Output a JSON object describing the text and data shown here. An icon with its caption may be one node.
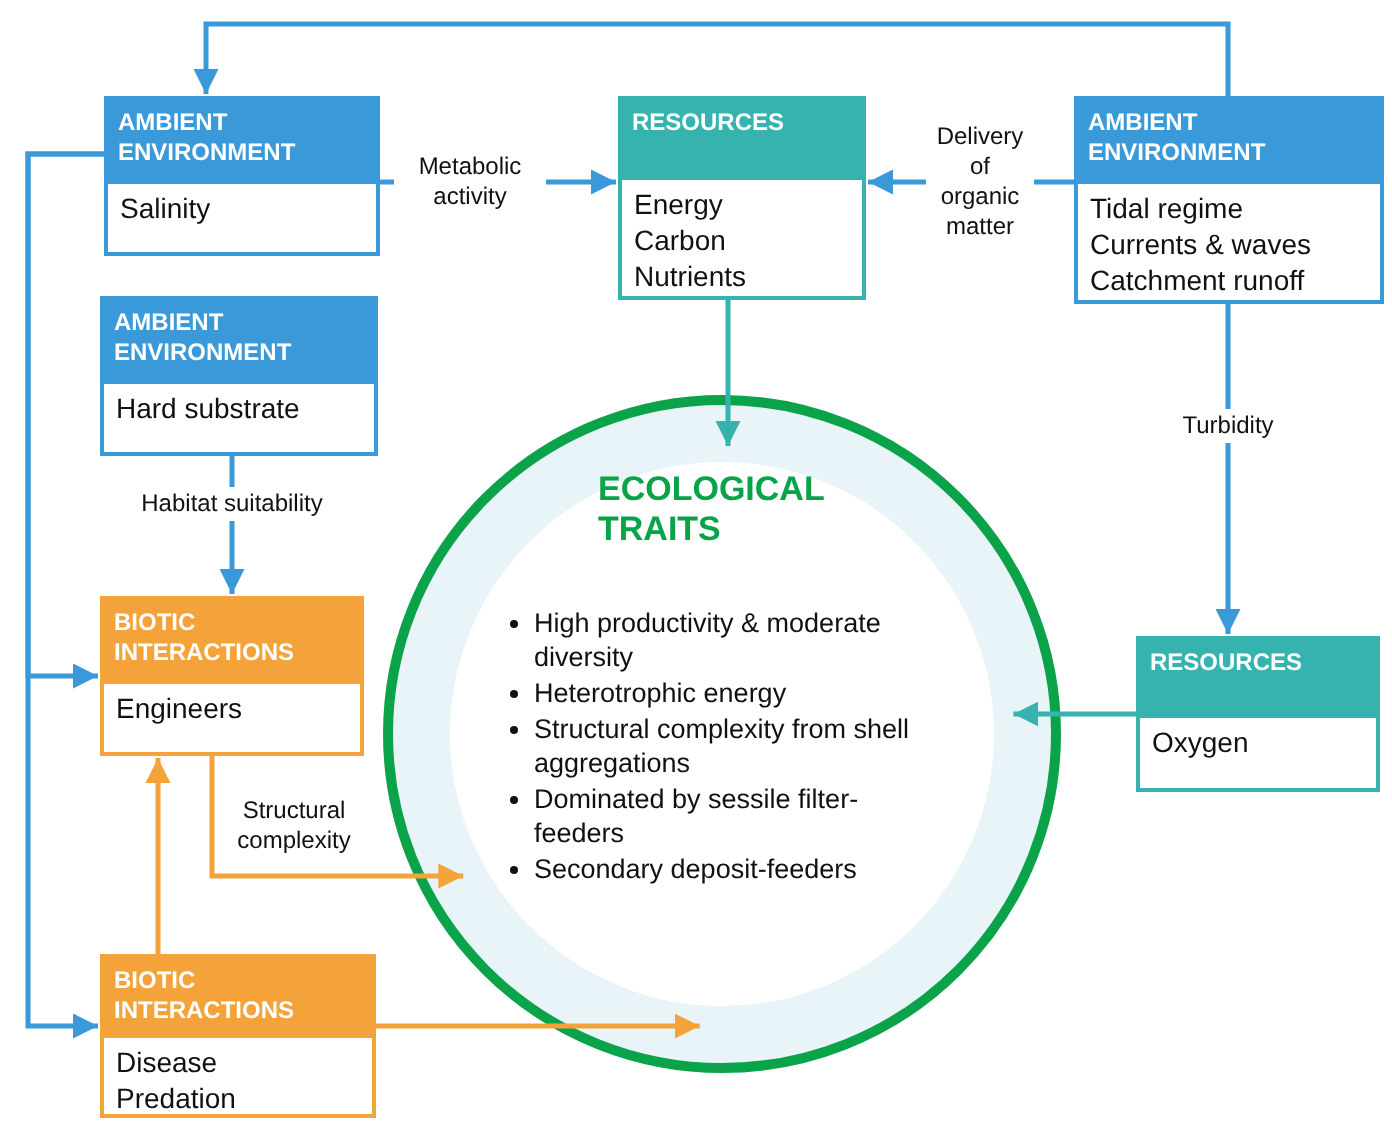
{
  "diagram": {
    "nodes": [
      {
        "text": [
          "AMBIENT ENVIRONMENT",
          "Salinity"
        ]
      },
      {
        "text": [
          "RESOURCES",
          "Energy",
          "Carbon",
          "Nutrients"
        ]
      },
      {
        "text": [
          "AMBIENT ENVIRONMENT",
          "Tidal regime",
          "Currents & waves",
          "Catchment runoff"
        ]
      },
      {
        "text": [
          "AMBIENT ENVIRONMENT",
          "Hard substrate"
        ]
      },
      {
        "text": [
          "BIOTIC INTERACTIONS",
          "Engineers"
        ]
      },
      {
        "text": [
          "ECOLOGICAL TRAITS",
          "High productivity & moderate diversity",
          "Heterotrophic energy",
          "Structural complexity from shell aggregations",
          "Dominated by sessile filter-feeders",
          "Secondary deposit-feeders"
        ]
      },
      {
        "text": [
          "RESOURCES",
          "Oxygen"
        ]
      },
      {
        "text": [
          "BIOTIC INTERACTIONS",
          "Disease",
          "Predation"
        ]
      }
    ],
    "edges": [
      {
        "from": 2,
        "to": 0,
        "arrow": "to"
      },
      {
        "from": 0,
        "to": 1,
        "arrow": "to",
        "label": "Metabolic activity"
      },
      {
        "from": 2,
        "to": 1,
        "arrow": "to",
        "label": "Delivery of organic matter"
      },
      {
        "from": 1,
        "to": 5,
        "arrow": "to",
        "color": "#36b3ae"
      },
      {
        "from": 2,
        "to": 6,
        "arrow": "to",
        "label": "Turbidity"
      },
      {
        "from": 6,
        "to": 5,
        "arrow": "to",
        "color": "#36b3ae"
      },
      {
        "from": 3,
        "to": 4,
        "arrow": "to",
        "label": "Habitat suitability"
      },
      {
        "from": 0,
        "to": 4,
        "arrow": "to"
      },
      {
        "from": 0,
        "to": 7,
        "arrow": "to"
      },
      {
        "from": 4,
        "to": 5,
        "arrow": "to",
        "label": "Structural complexity",
        "color": "#f4a33b"
      },
      {
        "from": 7,
        "to": 4,
        "arrow": "to",
        "color": "#f4a33b"
      },
      {
        "from": 7,
        "to": 5,
        "arrow": "to",
        "color": "#f4a33b"
      }
    ]
  }
}
